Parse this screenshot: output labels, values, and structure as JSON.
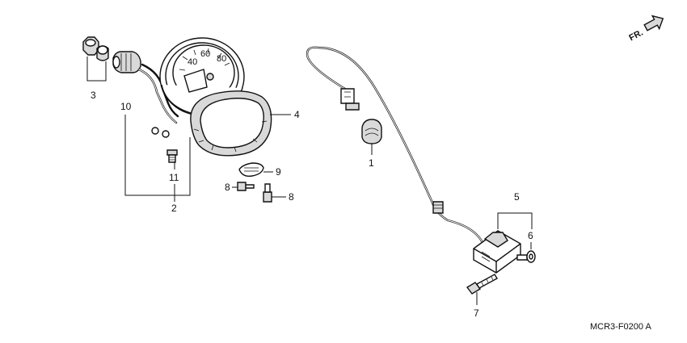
{
  "diagram": {
    "callouts": {
      "c1": "1",
      "c2": "2",
      "c3": "3",
      "c4": "4",
      "c5": "5",
      "c6": "6",
      "c7": "7",
      "c8a": "8",
      "c8b": "8",
      "c9": "9",
      "c10": "10",
      "c11": "11"
    },
    "front_marker": "FR.",
    "drawing_code": "MCR3-F0200 A"
  }
}
